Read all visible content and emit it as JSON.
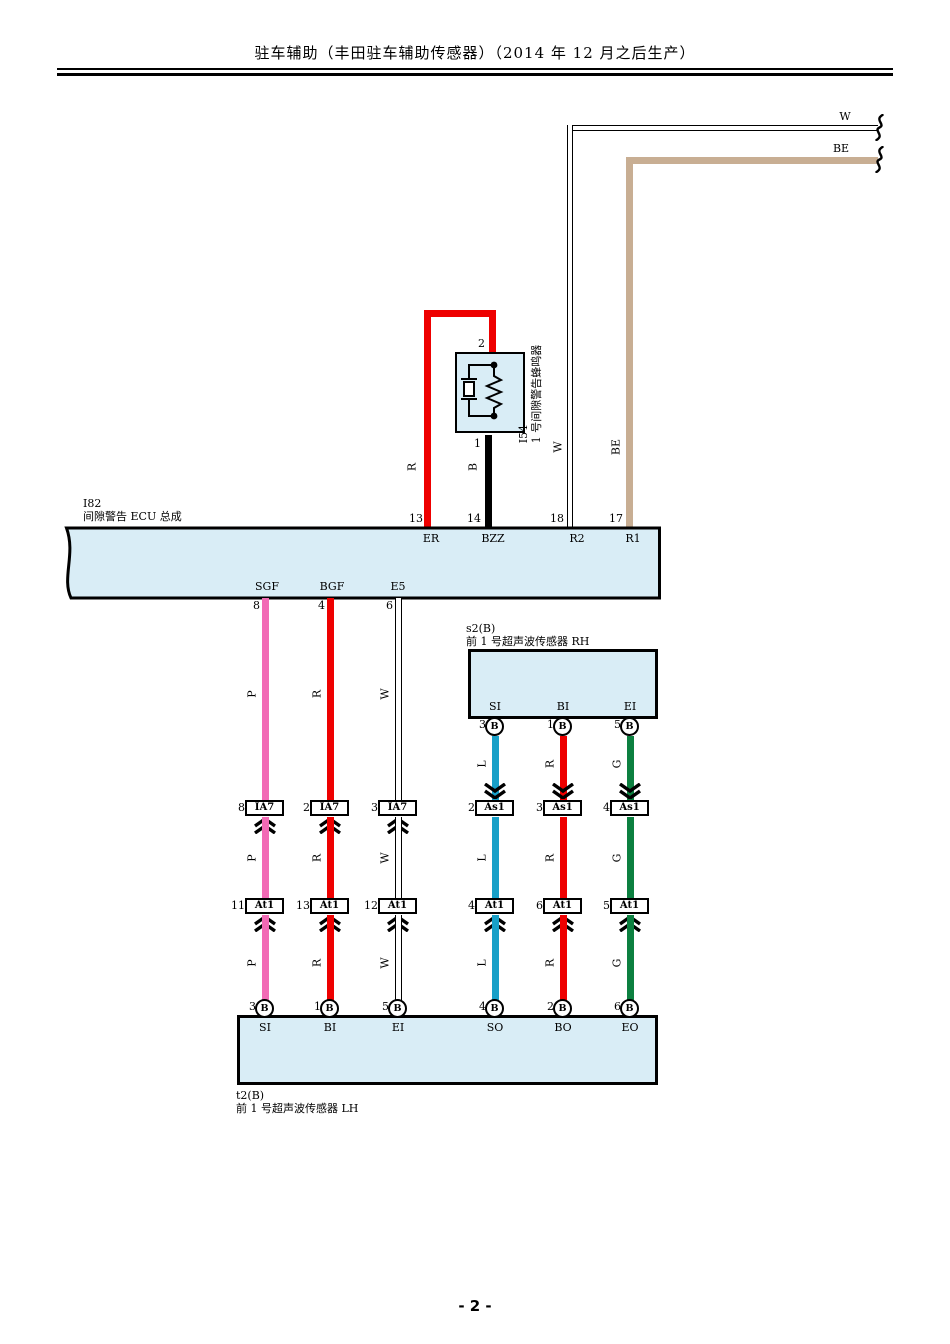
{
  "page": {
    "title": "驻车辅助（丰田驻车辅助传感器）（2014 年 12 月之后生产）",
    "page_number": "- 2 -"
  },
  "colors": {
    "box_fill": "#d9edf6",
    "red": "#ee0000",
    "black": "#000000",
    "pink": "#f26ab5",
    "white": "#ffffff",
    "cyan": "#18a0c8",
    "green": "#0c8040",
    "beige": "#c8ae93"
  },
  "offpage": {
    "w_label": "W",
    "be_label": "BE"
  },
  "buzzer": {
    "id": "I54",
    "name": "1 号间隙警告蜂鸣器",
    "top_pin": "2",
    "bottom_pin": "1",
    "top_wire_color": "R",
    "bottom_wire_color": "B"
  },
  "ecu": {
    "id": "I82",
    "name": "间隙警告 ECU 总成",
    "top_pins": [
      {
        "num": "13",
        "name": "ER"
      },
      {
        "num": "14",
        "name": "BZZ"
      },
      {
        "num": "18",
        "name": "R2",
        "wire": "W"
      },
      {
        "num": "17",
        "name": "R1",
        "wire": "BE"
      }
    ],
    "bottom_pins": [
      {
        "num": "8",
        "name": "SGF"
      },
      {
        "num": "4",
        "name": "BGF"
      },
      {
        "num": "6",
        "name": "E5"
      }
    ]
  },
  "sensor_rh": {
    "id": "s2(B)",
    "name": "前 1 号超声波传感器 RH",
    "terminal": "B",
    "pins": [
      {
        "name": "SI",
        "num": "3"
      },
      {
        "name": "BI",
        "num": "1"
      },
      {
        "name": "EI",
        "num": "5"
      }
    ]
  },
  "sensor_lh": {
    "id": "t2(B)",
    "name": "前 1 号超声波传感器 LH",
    "terminal": "B",
    "pins": [
      {
        "name": "SI",
        "num": "3"
      },
      {
        "name": "BI",
        "num": "1"
      },
      {
        "name": "EI",
        "num": "5"
      },
      {
        "name": "SO",
        "num": "4"
      },
      {
        "name": "BO",
        "num": "2"
      },
      {
        "name": "EO",
        "num": "6"
      }
    ]
  },
  "columns": [
    {
      "wire_label": "P",
      "color": "#f26ab5",
      "conn1": {
        "pin": "8",
        "code": "IA7"
      },
      "conn2": {
        "pin": "11",
        "code": "At1"
      }
    },
    {
      "wire_label": "R",
      "color": "#ee0000",
      "conn1": {
        "pin": "2",
        "code": "IA7"
      },
      "conn2": {
        "pin": "13",
        "code": "At1"
      }
    },
    {
      "wire_label": "W",
      "color": "#ffffff",
      "conn1": {
        "pin": "3",
        "code": "IA7"
      },
      "conn2": {
        "pin": "12",
        "code": "At1"
      }
    },
    {
      "wire_label": "L",
      "color": "#18a0c8",
      "conn1": {
        "pin": "2",
        "code": "As1"
      },
      "conn2": {
        "pin": "4",
        "code": "At1"
      }
    },
    {
      "wire_label": "R",
      "color": "#ee0000",
      "conn1": {
        "pin": "3",
        "code": "As1"
      },
      "conn2": {
        "pin": "6",
        "code": "At1"
      }
    },
    {
      "wire_label": "G",
      "color": "#0c8040",
      "conn1": {
        "pin": "4",
        "code": "As1"
      },
      "conn2": {
        "pin": "5",
        "code": "At1"
      }
    }
  ]
}
